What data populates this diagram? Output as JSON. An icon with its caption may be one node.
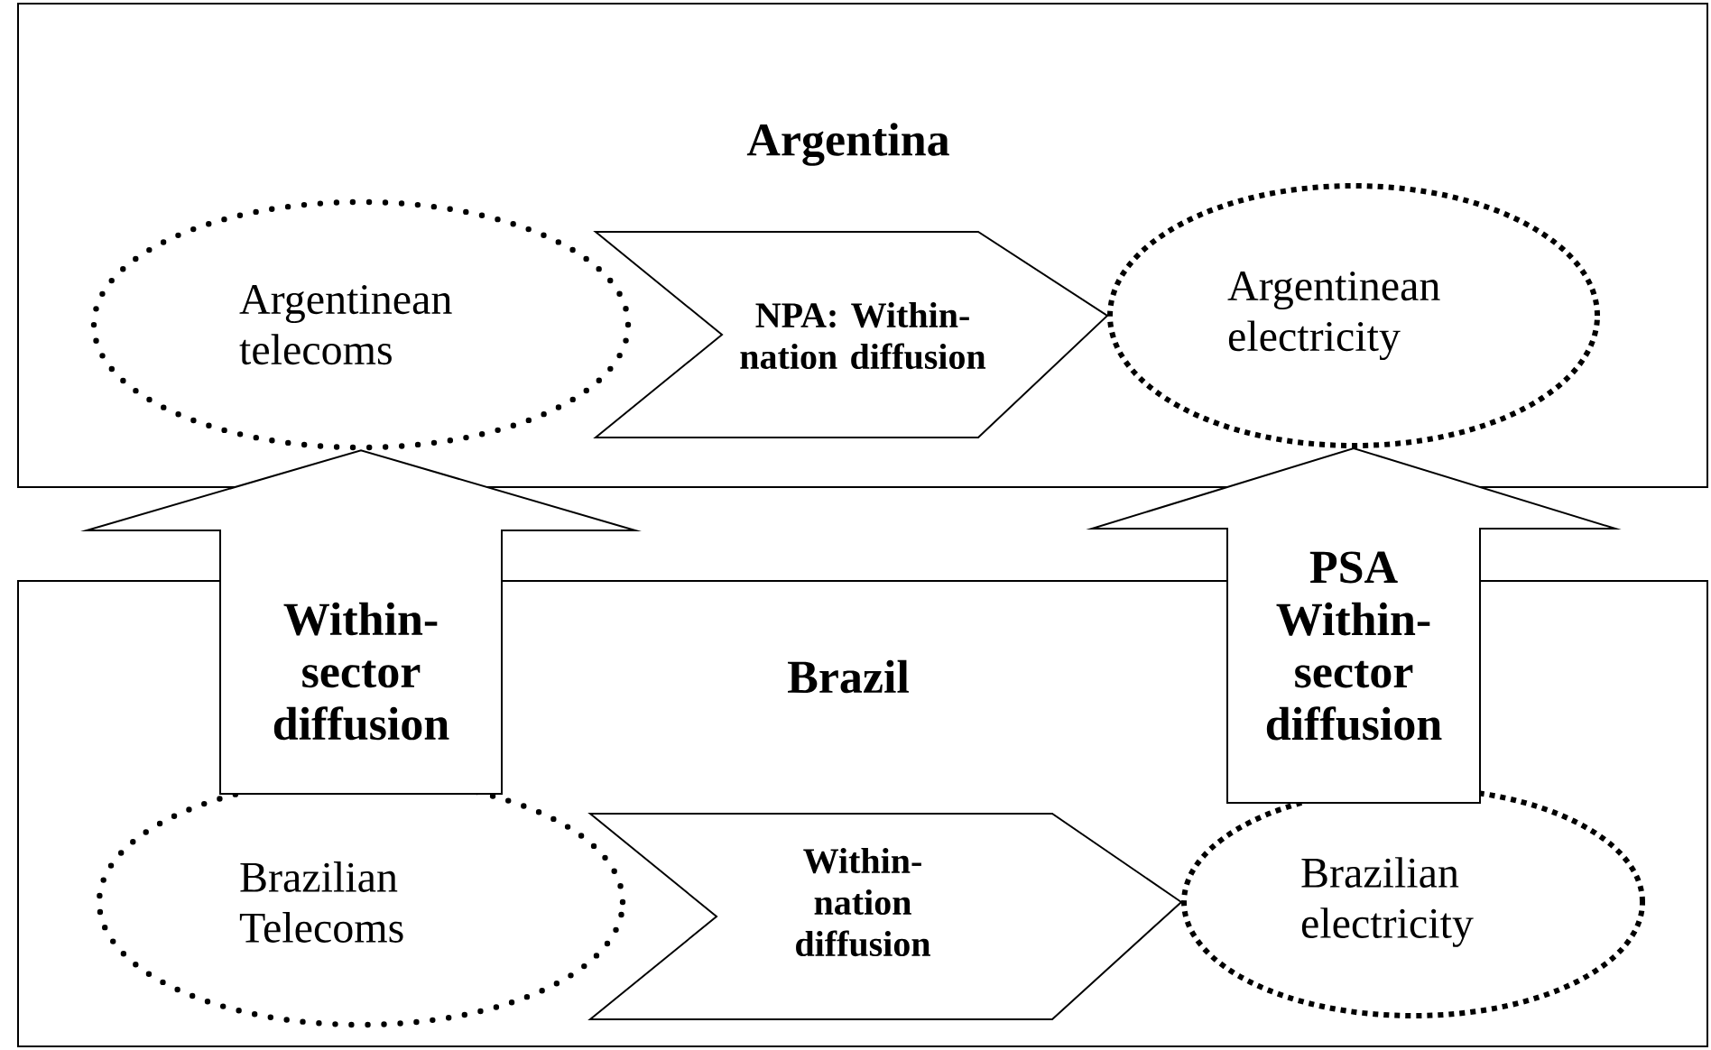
{
  "diagram": {
    "nodes": [
      {
        "text": [
          "Argentina"
        ]
      },
      {
        "text": [
          "Argentinean telecoms"
        ],
        "in": 0
      },
      {
        "text": [
          "Argentinean electricity"
        ],
        "in": 0
      },
      {
        "text": [
          "Brazil"
        ]
      },
      {
        "text": [
          "Brazilian Telecoms"
        ],
        "in": 3
      },
      {
        "text": [
          "Brazilian electricity"
        ],
        "in": 3
      }
    ],
    "edges": [
      {
        "from": 1,
        "to": 2,
        "arrow": "to",
        "label": "NPA: Within-nation diffusion"
      },
      {
        "from": 4,
        "to": 5,
        "arrow": "to",
        "label": "Within-nation diffusion"
      },
      {
        "from": 4,
        "to": 1,
        "arrow": "to",
        "label": "Within-sector diffusion"
      },
      {
        "from": 5,
        "to": 2,
        "arrow": "to",
        "label": "PSA Within-sector diffusion"
      }
    ]
  }
}
